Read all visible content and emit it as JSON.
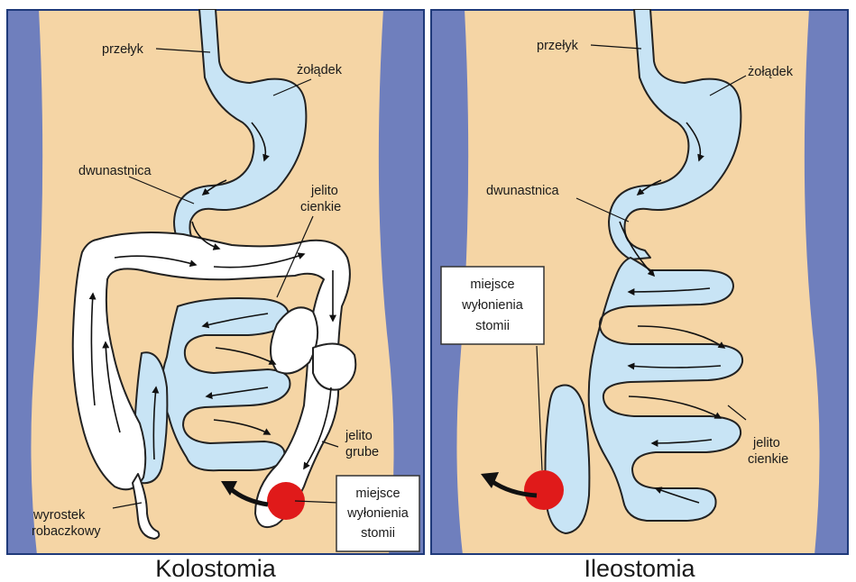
{
  "colors": {
    "skin": "#f5d5a5",
    "side_band": "#6f7fbd",
    "organ_fill": "#c8e4f5",
    "colon_fill": "#ffffff",
    "stoma": "#e01a1a",
    "border": "#1f3a7a"
  },
  "panels": [
    {
      "caption": "Kolostomia",
      "labels": {
        "esophagus": "przełyk",
        "stomach": "żołądek",
        "duodenum": "dwunastnica",
        "small_intestine_1": "jelito",
        "small_intestine_2": "cienkie",
        "large_intestine_1": "jelito",
        "large_intestine_2": "grube",
        "appendix_1": "wyrostek",
        "appendix_2": "robaczkowy",
        "stoma_1": "miejsce",
        "stoma_2": "wyłonienia",
        "stoma_3": "stomii"
      }
    },
    {
      "caption": "Ileostomia",
      "labels": {
        "esophagus": "przełyk",
        "stomach": "żołądek",
        "duodenum": "dwunastnica",
        "small_intestine_1": "jelito",
        "small_intestine_2": "cienkie",
        "stoma_1": "miejsce",
        "stoma_2": "wyłonienia",
        "stoma_3": "stomii"
      }
    }
  ]
}
